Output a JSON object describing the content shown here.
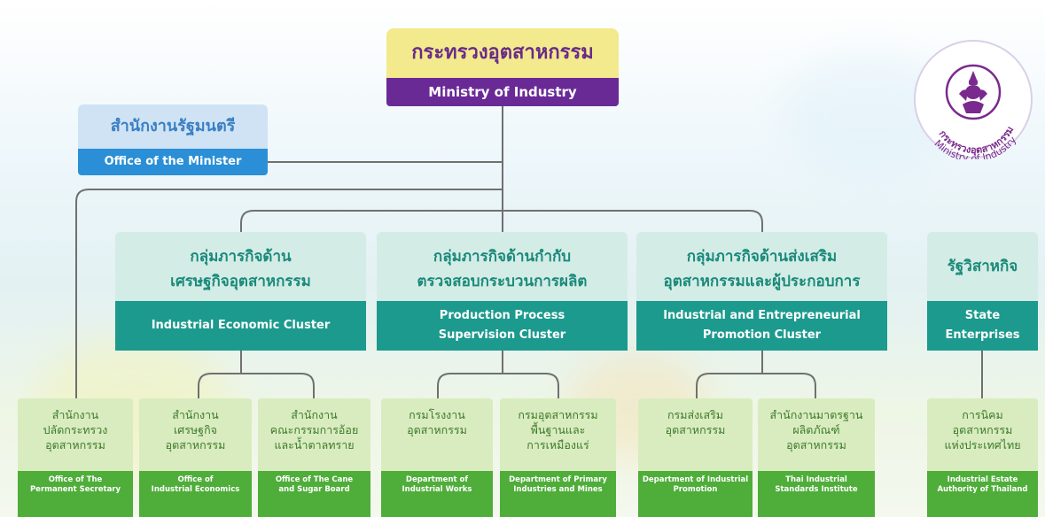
{
  "ministry": {
    "th": "กระทรวงอุตสาหกรรม",
    "en": "Ministry of Industry"
  },
  "minister_office": {
    "th": "สำนักงานรัฐมนตรี",
    "en": "Office of the Minister"
  },
  "clusters": [
    {
      "th_line1": "กลุ่มภารกิจด้าน",
      "th_line2": "เศรษฐกิจอุตสาหกรรม",
      "en_line1": "Industrial Economic Cluster",
      "en_line2": ""
    },
    {
      "th_line1": "กลุ่มภารกิจด้านกำกับ",
      "th_line2": "ตรวจสอบกระบวนการผลิต",
      "en_line1": "Production Process",
      "en_line2": "Supervision Cluster"
    },
    {
      "th_line1": "กลุ่มภารกิจด้านส่งเสริม",
      "th_line2": "อุตสาหกรรมและผู้ประกอบการ",
      "en_line1": "Industrial and Entrepreneurial",
      "en_line2": "Promotion Cluster"
    },
    {
      "th_line1": "รัฐวิสาหกิจ",
      "th_line2": "",
      "en_line1": "State",
      "en_line2": "Enterprises"
    }
  ],
  "departments": [
    {
      "th1": "สำนักงาน",
      "th2": "ปลัดกระทรวง",
      "th3": "อุตสาหกรรม",
      "en1": "Office of The",
      "en2": "Permanent Secretary"
    },
    {
      "th1": "สำนักงาน",
      "th2": "เศรษฐกิจ",
      "th3": "อุตสาหกรรม",
      "en1": "Office of",
      "en2": "Industrial Economics"
    },
    {
      "th1": "สำนักงาน",
      "th2": "คณะกรรมการอ้อย",
      "th3": "และน้ำตาลทราย",
      "en1": "Office of The Cane",
      "en2": "and Sugar Board"
    },
    {
      "th1": "กรมโรงงาน",
      "th2": "อุตสาหกรรม",
      "th3": "",
      "en1": "Department of",
      "en2": "Industrial Works"
    },
    {
      "th1": "กรมอุตสาหกรรม",
      "th2": "พื้นฐานและ",
      "th3": "การเหมืองแร่",
      "en1": "Department of Primary",
      "en2": "Industries and Mines"
    },
    {
      "th1": "กรมส่งเสริม",
      "th2": "อุตสาหกรรม",
      "th3": "",
      "en1": "Department of Industrial",
      "en2": "Promotion"
    },
    {
      "th1": "สำนักงานมาตรฐาน",
      "th2": "ผลิตภัณฑ์",
      "th3": "อุตสาหกรรม",
      "en1": "Thai Industrial",
      "en2": "Standards Institute"
    },
    {
      "th1": "การนิคม",
      "th2": "อุตสาหกรรม",
      "th3": "แห่งประเทศไทย",
      "en1": "Industrial Estate",
      "en2": "Authority of Thailand"
    }
  ],
  "seal": {
    "text_th": "กระทรวงอุตสาหกรรม",
    "text_en": "Ministry of Industry"
  },
  "colors": {
    "ministry_purple": "#6a2a96",
    "ministry_yellow": "#f2ea8c",
    "minister_blue": "#2a8fd6",
    "cluster_teal": "#1c9a8e",
    "dept_green": "#4fad3a",
    "connector": "#707070"
  }
}
